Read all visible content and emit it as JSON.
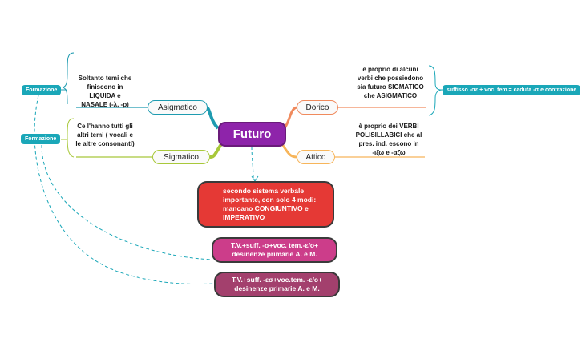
{
  "central": "Futuro",
  "left": {
    "asigmatico": {
      "label": "Asigmatico",
      "text": "Soltanto temi che finiscono in LIQUIDA e NASALE (-λ, -ρ)",
      "tag": "Formazione"
    },
    "sigmatico": {
      "label": "Sigmatico",
      "text": "Ce l'hanno tutti gli altri temi ( vocali e le altre consonanti)",
      "tag": "Formazione"
    }
  },
  "right": {
    "dorico": {
      "label": "Dorico",
      "text": "è proprio di alcuni verbi che possiedono sia futuro SIGMATICO che ASIGMATICO",
      "tag": "suffisso -σε + voc. tem.= caduta -σ e contrazione"
    },
    "attico": {
      "label": "Attico",
      "text": "è proprio dei VERBI POLISILLABICI che al pres. ind. escono in -ιζω e -αζω"
    }
  },
  "boxes": {
    "description": "secondo sistema verbale importante, con solo 4 modi: mancano CONGIUNTIVO e IMPERATIVO",
    "sigmatico_formula": "T.V.+suff. -σ+voc. tem.-ε/ο+ desinenze primarie A. e M.",
    "asigmatico_formula": "T.V.+suff. -εσ+voc.tem. -ε/ο+ desinenze primarie A. e M."
  },
  "colors": {
    "central": "#8e24aa",
    "asigmatico": "#1e9bb0",
    "sigmatico": "#a8c83a",
    "dorico": "#f08a5d",
    "attico": "#f7b55a",
    "tag": "#1aa7b8",
    "box_red": "#e53935",
    "box_pink": "#cc3d8a",
    "box_plum": "#a3406d"
  }
}
